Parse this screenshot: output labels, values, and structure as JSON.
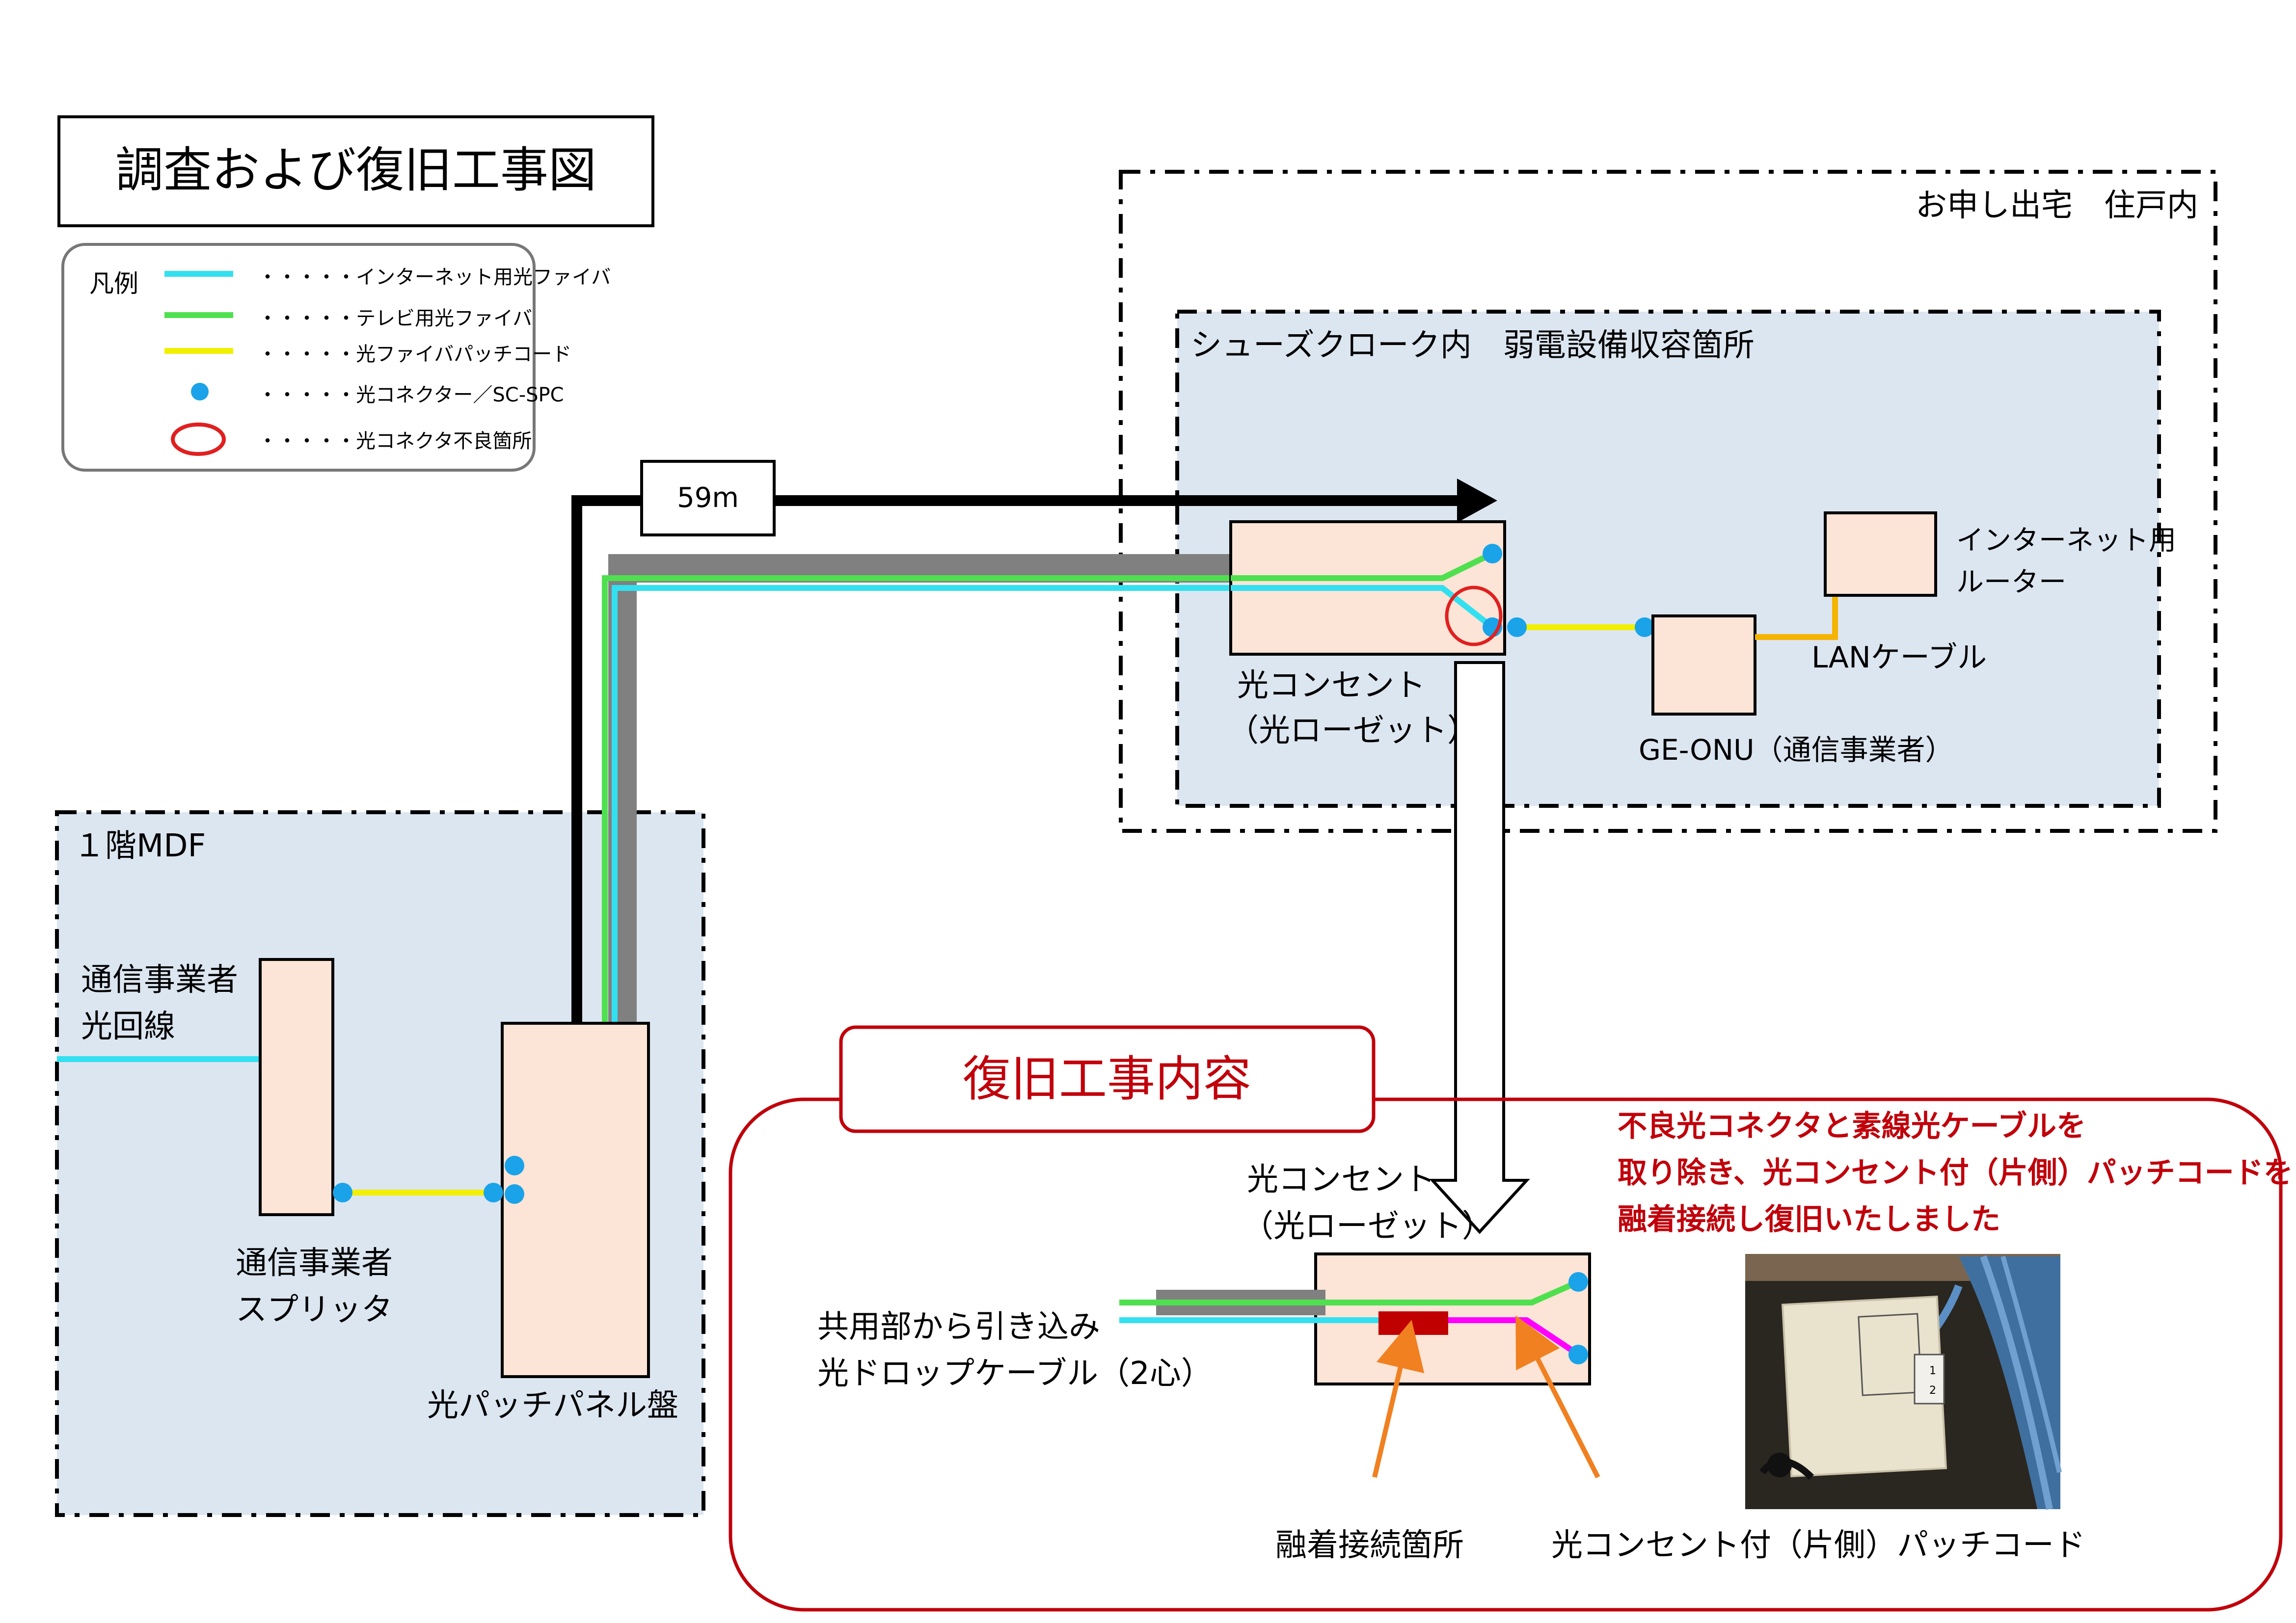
{
  "title": "調査および復旧工事図",
  "legend": {
    "heading": "凡例",
    "items": [
      {
        "label": "・・・・・インターネット用光ファイバ",
        "symbol": "line",
        "color": "#33e0f0"
      },
      {
        "label": "・・・・・テレビ用光ファイバ",
        "symbol": "line",
        "color": "#4fe04f"
      },
      {
        "label": "・・・・・光ファイバパッチコード",
        "symbol": "line",
        "color": "#f0f000"
      },
      {
        "label": "・・・・・光コネクター／SC-SPC",
        "symbol": "dot",
        "color": "#1aa3e8"
      },
      {
        "label": "・・・・・光コネクタ不良箇所",
        "symbol": "ellipse",
        "color": "#e02020"
      }
    ]
  },
  "residence": {
    "title": "お申し出宅　住戸内",
    "closet": {
      "title": "シューズクローク内　弱電設備収容箇所",
      "outlet_label": [
        "光コンセント",
        "（光ローゼット）"
      ],
      "onu_label": "GE-ONU（通信事業者）",
      "router_label": [
        "インターネット用",
        "ルーター"
      ],
      "lan_label": "LANケーブル"
    }
  },
  "distance_label": "59m",
  "mdf": {
    "title": "１階MDF",
    "carrier_line_label": [
      "通信事業者",
      "光回線"
    ],
    "splitter_label": [
      "通信事業者",
      "スプリッタ"
    ],
    "panel_label": "光パッチパネル盤"
  },
  "repair": {
    "title": "復旧工事内容",
    "note": [
      "不良光コネクタと素線光ケーブルを",
      "取り除き、光コンセント付（片側）パッチコードを",
      "融着接続し復旧いたしました"
    ],
    "outlet_label": [
      "光コンセント",
      "（光ローゼット）"
    ],
    "drop_cable_label": [
      "共用部から引き込み",
      "光ドロップケーブル（2心）"
    ],
    "splice_label": "融着接続箇所",
    "patch_cord_label": "光コンセント付（片側）パッチコード",
    "photo_labels": [
      "1",
      "2"
    ]
  },
  "colors": {
    "internet_fiber": "#33e0f0",
    "tv_fiber": "#4fe04f",
    "patch_cord": "#f0f000",
    "connector": "#1aa3e8",
    "defect": "#e02020",
    "lan": "#f5b400",
    "box_fill": "#fce4d6",
    "area_fill": "#dce6f1",
    "conduit": "#808080",
    "arrow_orange": "#f08020",
    "splice_red": "#c00000",
    "magenta": "#ff00ff",
    "repair_red": "#c0000b"
  }
}
